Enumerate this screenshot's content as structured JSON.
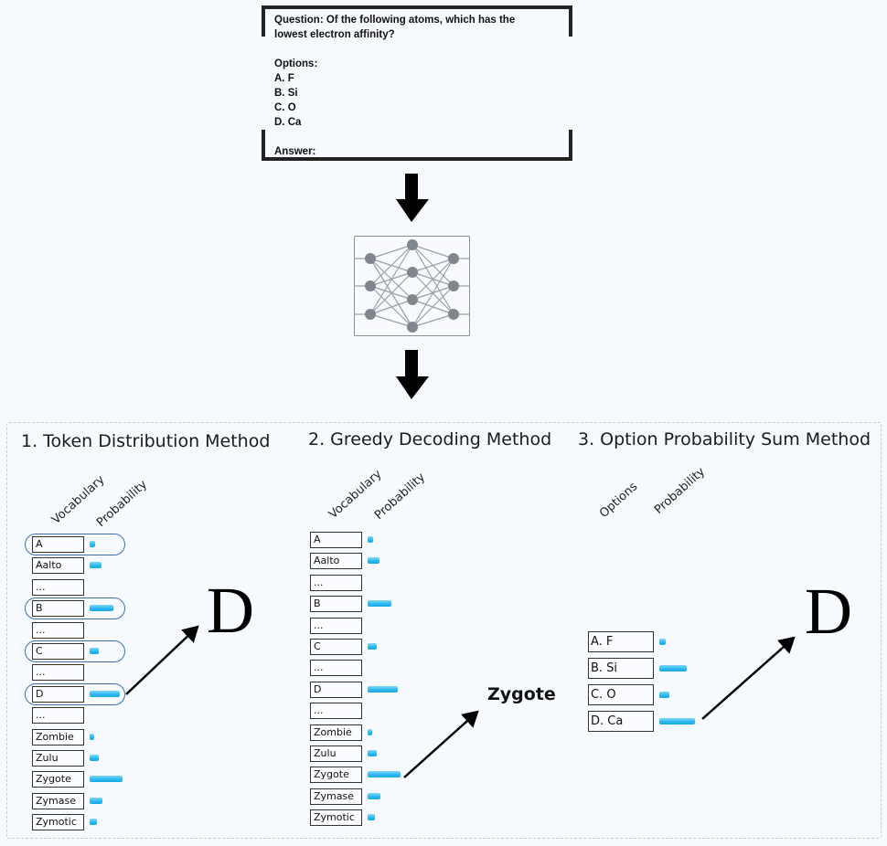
{
  "prompt": {
    "question_line1": "Question: Of the following atoms, which has the",
    "question_line2": "lowest electron affinity?",
    "options_label": "Options:",
    "options": [
      "A. F",
      "B. Si",
      "C. O",
      "D. Ca"
    ],
    "answer_label": "Answer:"
  },
  "model": {
    "icon": "neural-network-icon",
    "layers": [
      3,
      4,
      3
    ]
  },
  "methods": [
    {
      "title": "1. Token Distribution Method",
      "col1": "Vocabulary",
      "col2": "Probability",
      "tokens": [
        {
          "label": "A",
          "prob": 0.12,
          "highlighted": true
        },
        {
          "label": "Aalto",
          "prob": 0.28,
          "highlighted": false
        },
        {
          "label": "...",
          "prob": 0,
          "highlighted": false
        },
        {
          "label": "B",
          "prob": 0.55,
          "highlighted": true
        },
        {
          "label": "...",
          "prob": 0,
          "highlighted": false
        },
        {
          "label": "C",
          "prob": 0.2,
          "highlighted": true
        },
        {
          "label": "...",
          "prob": 0,
          "highlighted": false
        },
        {
          "label": "D",
          "prob": 0.68,
          "highlighted": true
        },
        {
          "label": "...",
          "prob": 0,
          "highlighted": false
        },
        {
          "label": "Zombie",
          "prob": 0.1,
          "highlighted": false
        },
        {
          "label": "Zulu",
          "prob": 0.2,
          "highlighted": false
        },
        {
          "label": "Zygote",
          "prob": 0.75,
          "highlighted": false
        },
        {
          "label": "Zymase",
          "prob": 0.3,
          "highlighted": false
        },
        {
          "label": "Zymotic",
          "prob": 0.16,
          "highlighted": false
        }
      ],
      "output": "D"
    },
    {
      "title": "2. Greedy Decoding Method",
      "col1": "Vocabulary",
      "col2": "Probability",
      "tokens": [
        {
          "label": "A",
          "prob": 0.12
        },
        {
          "label": "Aalto",
          "prob": 0.28
        },
        {
          "label": "...",
          "prob": 0
        },
        {
          "label": "B",
          "prob": 0.55
        },
        {
          "label": "...",
          "prob": 0
        },
        {
          "label": "C",
          "prob": 0.2
        },
        {
          "label": "...",
          "prob": 0
        },
        {
          "label": "D",
          "prob": 0.68
        },
        {
          "label": "...",
          "prob": 0
        },
        {
          "label": "Zombie",
          "prob": 0.1
        },
        {
          "label": "Zulu",
          "prob": 0.2
        },
        {
          "label": "Zygote",
          "prob": 0.75
        },
        {
          "label": "Zymase",
          "prob": 0.3
        },
        {
          "label": "Zymotic",
          "prob": 0.16
        }
      ],
      "output": "Zygote"
    },
    {
      "title": "3. Option Probability Sum Method",
      "col1": "Options",
      "col2": "Probability",
      "tokens": [
        {
          "label": "A. F",
          "prob": 0.15
        },
        {
          "label": "B. Si",
          "prob": 0.62
        },
        {
          "label": "C. O",
          "prob": 0.22
        },
        {
          "label": "D. Ca",
          "prob": 0.82
        }
      ],
      "output": "D"
    }
  ],
  "colors": {
    "bar": "#2ab7ee",
    "highlight_outline": "#3e6fb0",
    "background": "#f6f9fe"
  }
}
